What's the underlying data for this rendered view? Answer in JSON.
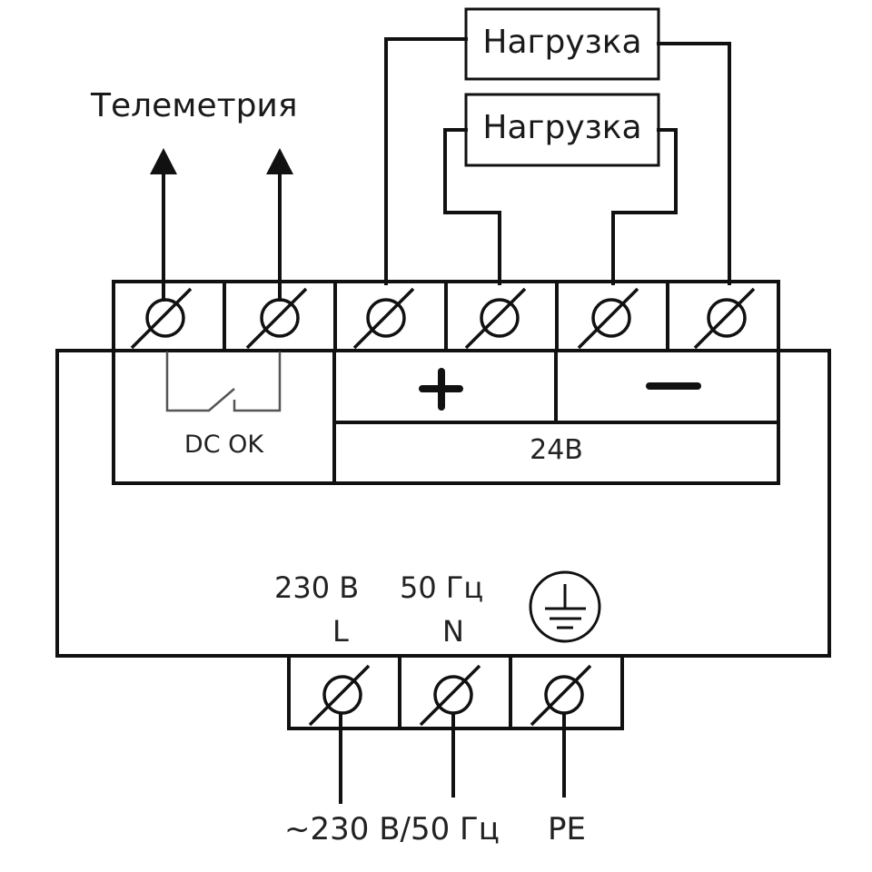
{
  "diagram": {
    "title": "Power supply wiring diagram",
    "colors": {
      "stroke": "#111111",
      "background": "#ffffff",
      "text": "#1a1a1a"
    },
    "telemetry_label": "Телеметрия",
    "loads": [
      {
        "label": "Нагрузка"
      },
      {
        "label": "Нагрузка"
      }
    ],
    "top_terminals": [
      {
        "id": "t1",
        "group": "dc-ok"
      },
      {
        "id": "t2",
        "group": "dc-ok"
      },
      {
        "id": "t3",
        "group": "plus"
      },
      {
        "id": "t4",
        "group": "plus"
      },
      {
        "id": "t5",
        "group": "minus"
      },
      {
        "id": "t6",
        "group": "minus"
      }
    ],
    "dc_ok_label": "DC OK",
    "plus_symbol": "+",
    "minus_symbol": "−",
    "output_voltage_label": "24В",
    "input_labels": {
      "voltage": "230 В",
      "frequency": "50 Гц",
      "line": "L",
      "neutral": "N",
      "ground_icon": "protective-earth-icon"
    },
    "bottom_terminals": [
      {
        "id": "L"
      },
      {
        "id": "N"
      },
      {
        "id": "PE"
      }
    ],
    "supply_label": "~230 В/50 Гц",
    "pe_label": "PE"
  }
}
